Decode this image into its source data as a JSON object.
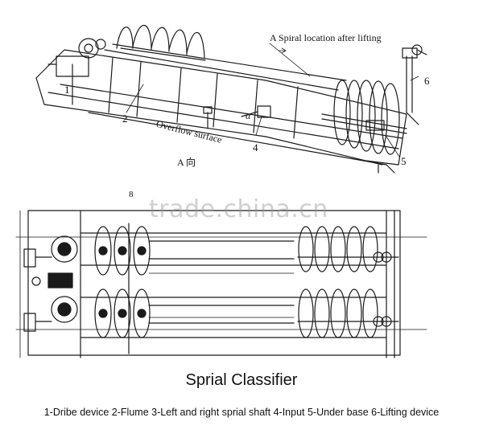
{
  "colors": {
    "ink": "#1a1a1a",
    "paper": "#ffffff",
    "watermark": "#9a9a9a"
  },
  "top_view": {
    "label_location": "A Spiral location after lifting",
    "label_overflow": "Overflow surface",
    "label_view": "A 向",
    "label_alpha": "α",
    "callouts": [
      "1",
      "2",
      "4",
      "5",
      "6"
    ]
  },
  "plan_view": {
    "marker": "8"
  },
  "watermark": "trade.china.cn",
  "title": "Sprial Classifier",
  "legend": "1-Dribe device  2-Flume  3-Left and right sprial shaft   4-Input    5-Under base   6-Lifting device"
}
